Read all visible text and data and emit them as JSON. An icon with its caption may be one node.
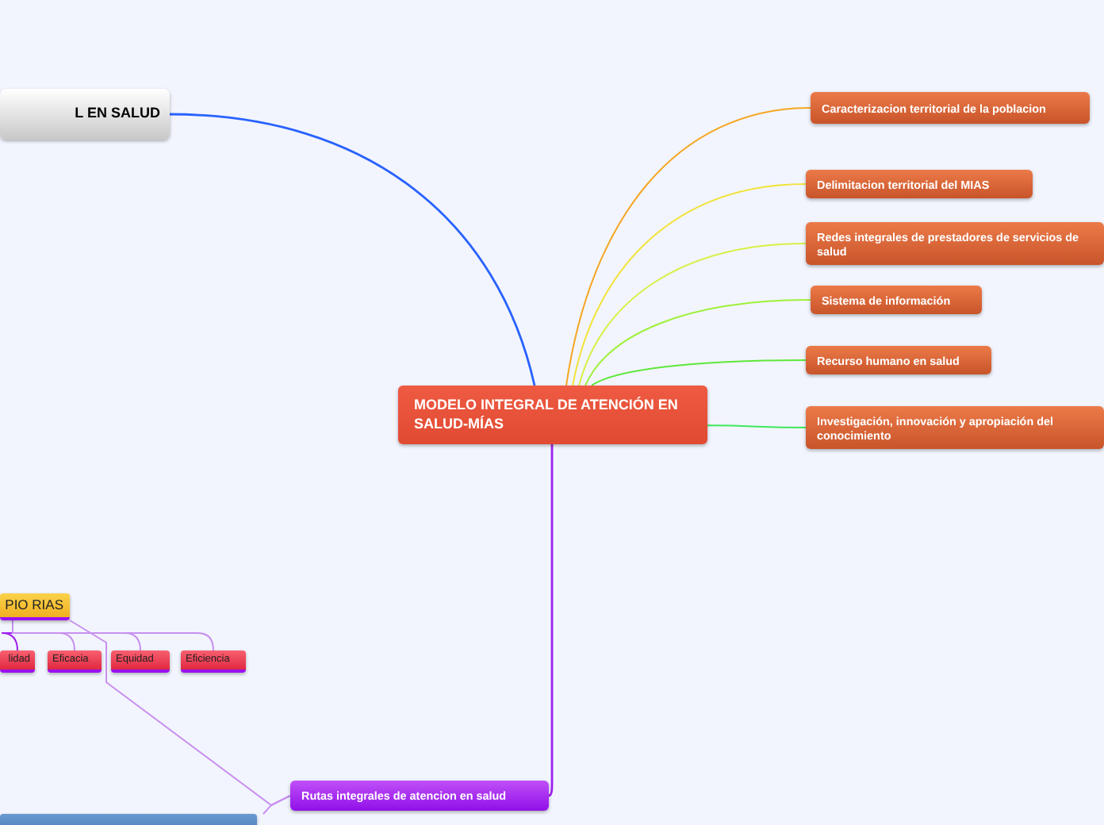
{
  "diagram": {
    "nodes": [
      {
        "text": [
          "MODELO INTEGRAL DE ATENCIÓN EN SALUD-MÍAS"
        ]
      },
      {
        "text": [
          "L EN SALUD"
        ]
      },
      {
        "text": [
          "Caracterizacion territorial de la poblacion"
        ]
      },
      {
        "text": [
          "Delimitacion territorial del MIAS"
        ]
      },
      {
        "text": [
          "Redes integrales de prestadores de servicios de salud"
        ]
      },
      {
        "text": [
          "Sistema de información"
        ]
      },
      {
        "text": [
          "Recurso humano en salud"
        ]
      },
      {
        "text": [
          "Investigación, innovación y apropiación del conocimiento"
        ]
      },
      {
        "text": [
          "Rutas integrales de atencion en salud"
        ]
      },
      {
        "text": [
          "PIO RIAS"
        ]
      },
      {
        "text": [
          "lidad"
        ]
      },
      {
        "text": [
          "Eficacia"
        ]
      },
      {
        "text": [
          "Equidad"
        ]
      },
      {
        "text": [
          "Eficiencia"
        ]
      },
      {
        "text": [],
        "shape": "box"
      }
    ],
    "edges": [
      {
        "from": 0,
        "to": 1,
        "arrow": "none",
        "color": "#2962ff"
      },
      {
        "from": 0,
        "to": 2,
        "arrow": "none",
        "color": "#f5a623"
      },
      {
        "from": 0,
        "to": 3,
        "arrow": "none",
        "color": "#f2e33a"
      },
      {
        "from": 0,
        "to": 4,
        "arrow": "none",
        "color": "#d8f046"
      },
      {
        "from": 0,
        "to": 5,
        "arrow": "none",
        "color": "#9ef03a"
      },
      {
        "from": 0,
        "to": 6,
        "arrow": "none",
        "color": "#5ee83a"
      },
      {
        "from": 0,
        "to": 7,
        "arrow": "none",
        "color": "#3ee85a"
      },
      {
        "from": 0,
        "to": 8,
        "arrow": "none",
        "color": "#a020f0"
      },
      {
        "from": 8,
        "to": 9,
        "arrow": "none",
        "color": "#c890f0"
      },
      {
        "from": 8,
        "to": 14,
        "arrow": "none",
        "color": "#c890f0"
      },
      {
        "from": 9,
        "to": 10,
        "arrow": "none",
        "color": "#a020f0"
      },
      {
        "from": 9,
        "to": 11,
        "arrow": "none",
        "color": "#c890f0"
      },
      {
        "from": 9,
        "to": 12,
        "arrow": "none",
        "color": "#c890f0"
      },
      {
        "from": 9,
        "to": 13,
        "arrow": "none",
        "color": "#c890f0"
      }
    ]
  }
}
